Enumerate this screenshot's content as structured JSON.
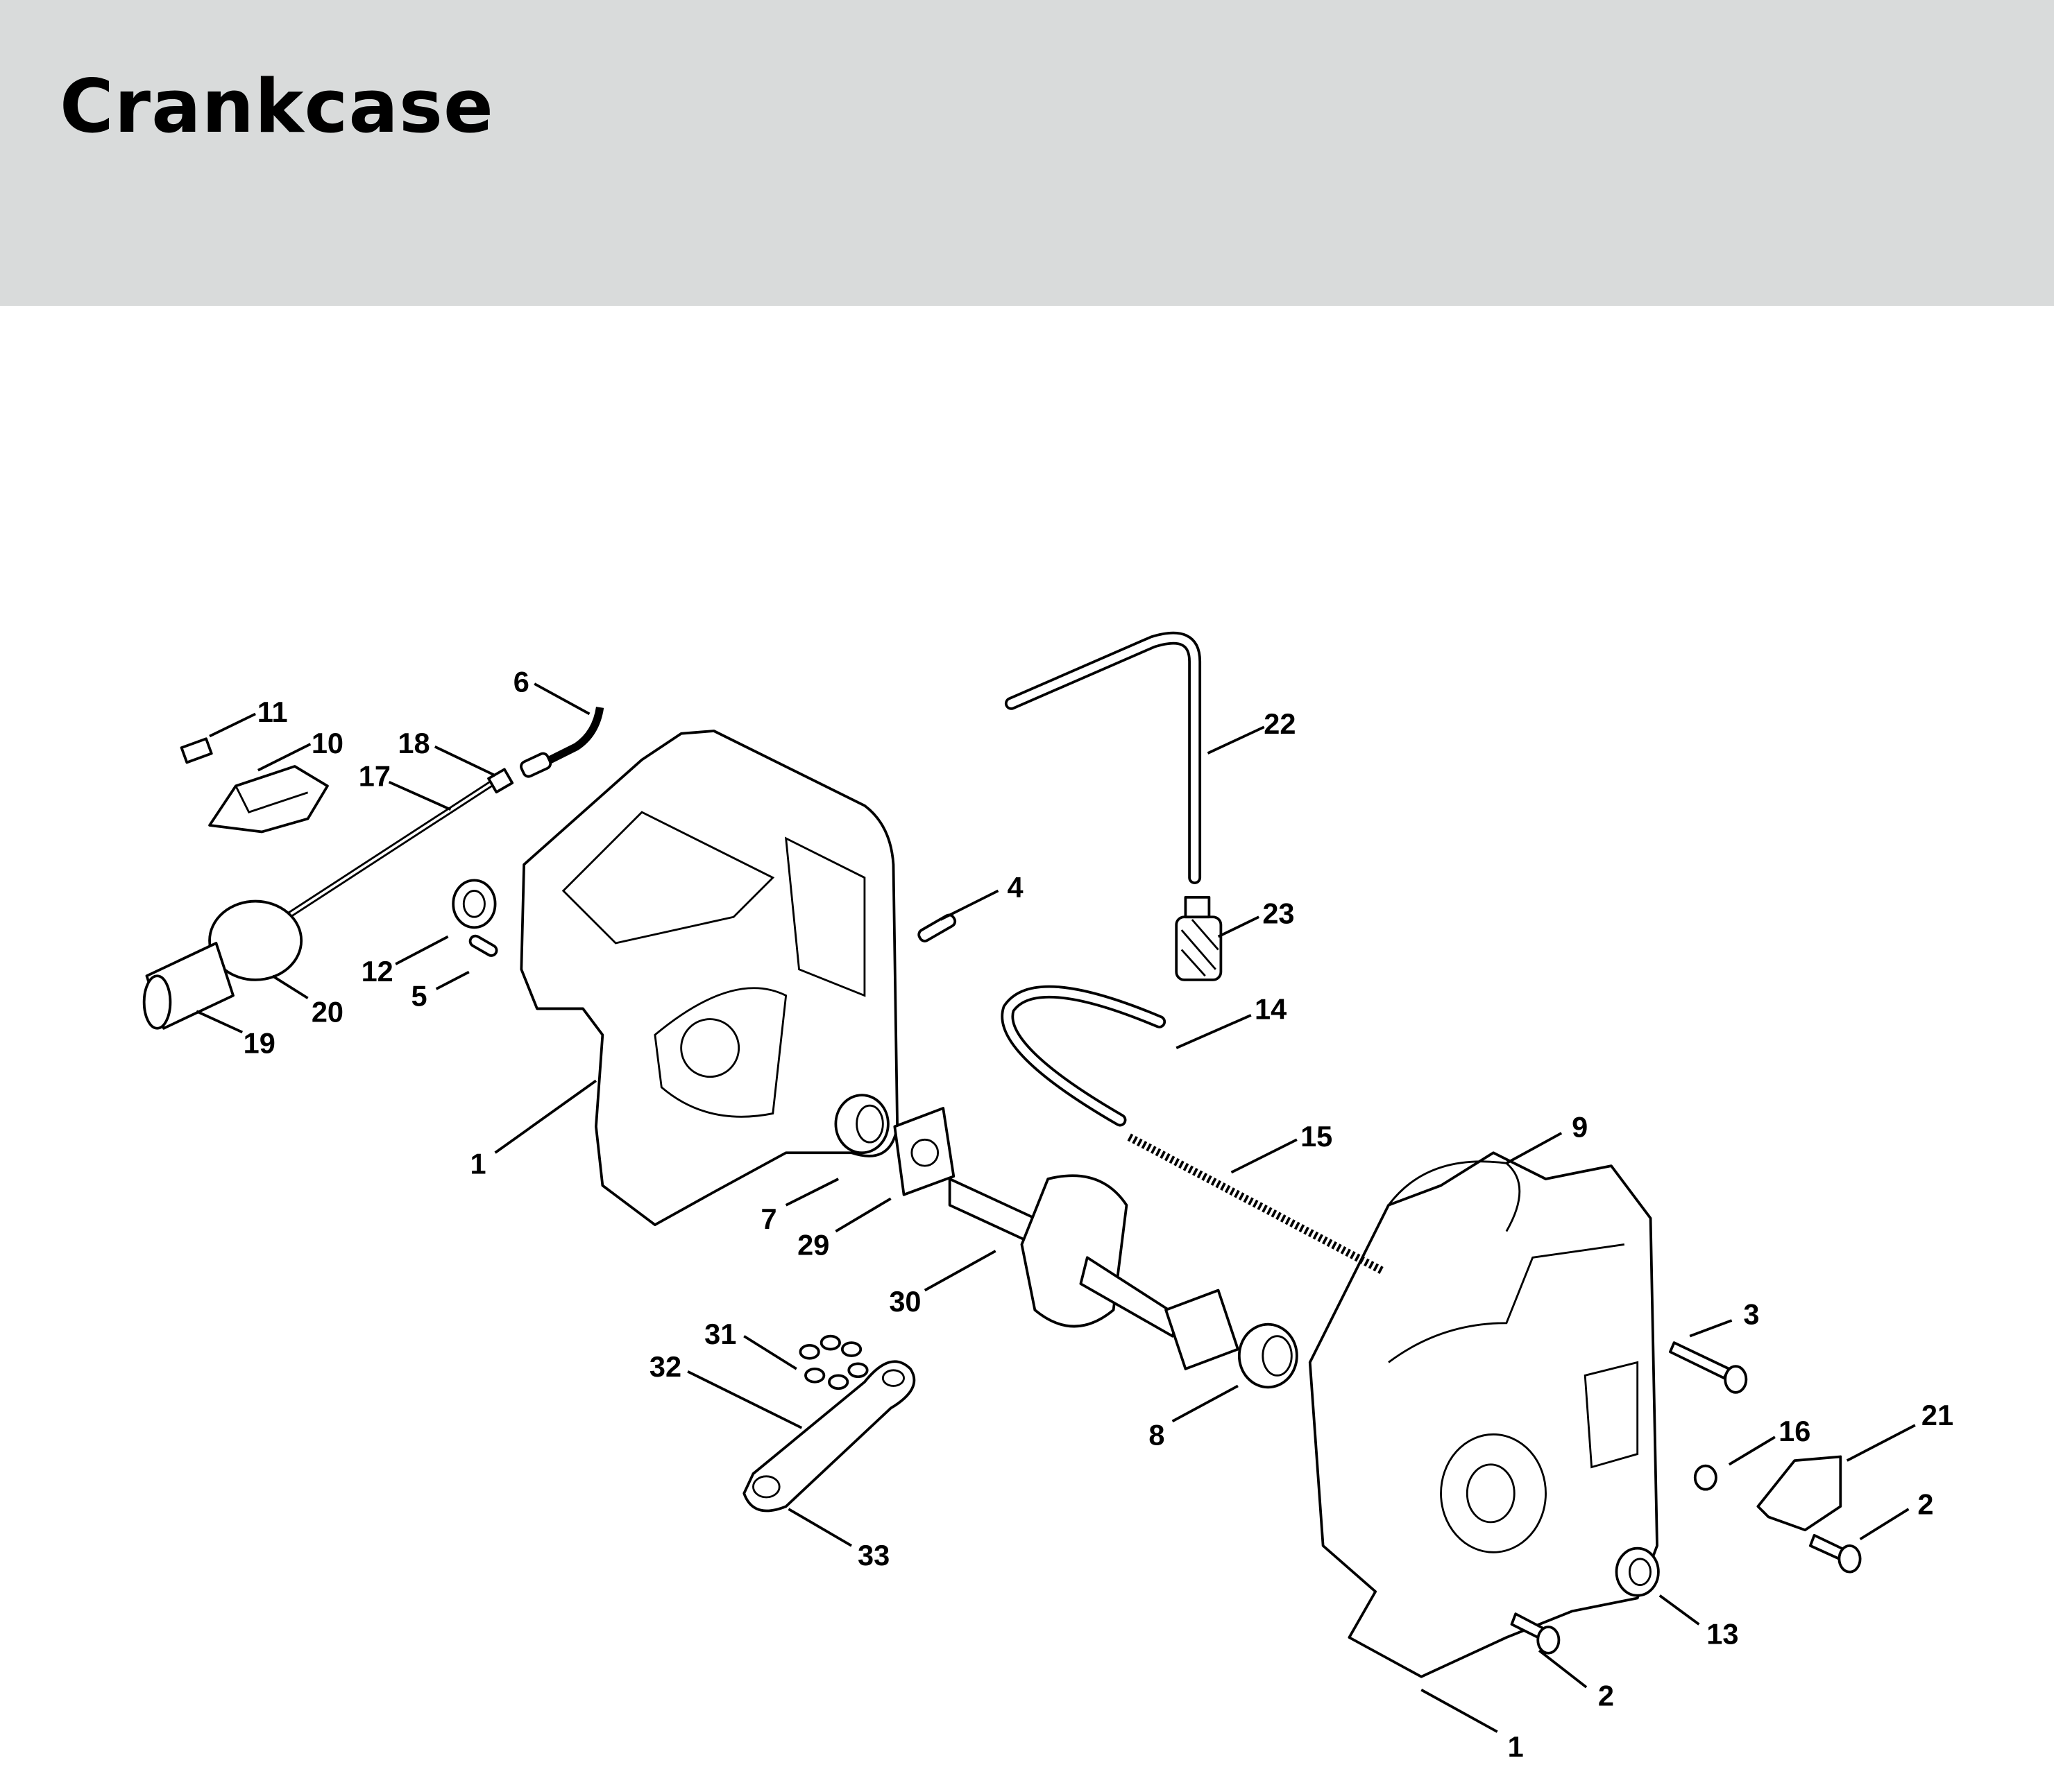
{
  "header": {
    "title": "Crankcase"
  },
  "diagram": {
    "callouts": [
      "11",
      "10",
      "18",
      "17",
      "6",
      "22",
      "23",
      "4",
      "12",
      "5",
      "20",
      "19",
      "14",
      "1",
      "15",
      "9",
      "7",
      "29",
      "30",
      "3",
      "31",
      "32",
      "8",
      "16",
      "21",
      "2",
      "33",
      "13",
      "2",
      "1"
    ]
  }
}
